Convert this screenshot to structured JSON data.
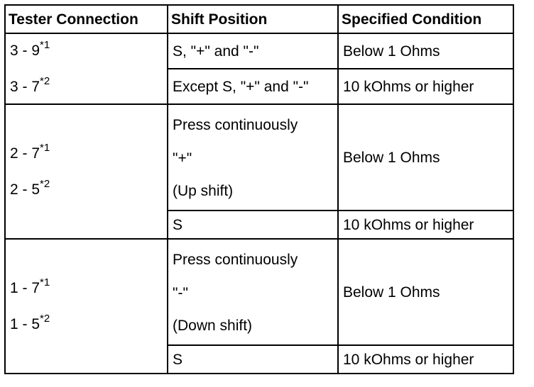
{
  "table": {
    "headers": {
      "tester": "Tester Connection",
      "shift": "Shift Position",
      "condition": "Specified Condition"
    },
    "group1": {
      "conn_a": "3 - 9",
      "conn_a_note": "*1",
      "conn_b": "3 - 7",
      "conn_b_note": "*2",
      "row1_shift": "S, \"+\" and \"-\"",
      "row1_condition": "Below 1 Ohms",
      "row2_shift": "Except S, \"+\" and \"-\"",
      "row2_condition": "10 kOhms or higher"
    },
    "group2": {
      "conn_a": "2 - 7",
      "conn_a_note": "*1",
      "conn_b": "2 - 5",
      "conn_b_note": "*2",
      "press_line1": "Press continuously",
      "press_line2": "\"+\"",
      "press_line3": "(Up shift)",
      "press_condition": "Below 1 Ohms",
      "s_shift": "S",
      "s_condition": "10 kOhms or higher"
    },
    "group3": {
      "conn_a": "1 - 7",
      "conn_a_note": "*1",
      "conn_b": "1 - 5",
      "conn_b_note": "*2",
      "press_line1": "Press continuously",
      "press_line2": "\"-\"",
      "press_line3": "(Down shift)",
      "press_condition": "Below 1 Ohms",
      "s_shift": "S",
      "s_condition": "10 kOhms or higher"
    }
  }
}
